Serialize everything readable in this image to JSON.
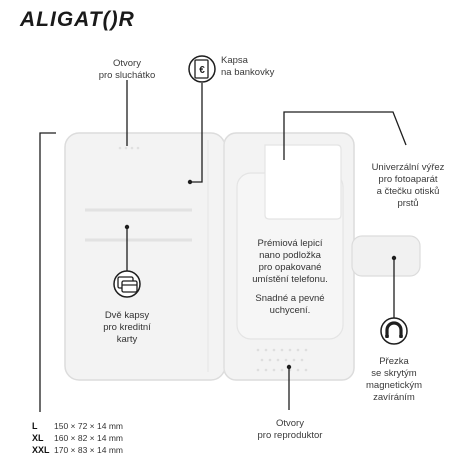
{
  "brand": {
    "logo_text": "ALIGAT()R"
  },
  "callouts": {
    "earpiece": [
      "Otvory",
      "pro sluchátko"
    ],
    "banknote_pocket": [
      "Kapsa",
      "na bankovky"
    ],
    "camera_cutout": [
      "Univerzální výřez",
      "pro fotoaparát",
      "a čtečku otisků",
      "prstů"
    ],
    "card_pockets": [
      "Dvě kapsy",
      "pro kreditní",
      "karty"
    ],
    "adhesive": [
      "Prémiová lepicí",
      "nano podložka",
      "pro opakované",
      "umístění telefonu."
    ],
    "adhesive_note": [
      "Snadné a pevné",
      "uchycení."
    ],
    "clasp": [
      "Přezka",
      "se skrytým",
      "magnetickým",
      "zavíráním"
    ],
    "speaker": [
      "Otvory",
      "pro reproduktor"
    ]
  },
  "sizes": [
    {
      "size": "L",
      "dims": "150 × 72 × 14 mm"
    },
    {
      "size": "XL",
      "dims": "160 × 82 × 14 mm"
    },
    {
      "size": "XXL",
      "dims": "170 × 83 × 14 mm"
    }
  ],
  "colors": {
    "case_fill": "#f3f3f3",
    "case_stroke": "#d9d9d9",
    "line": "#1e1e1e"
  }
}
